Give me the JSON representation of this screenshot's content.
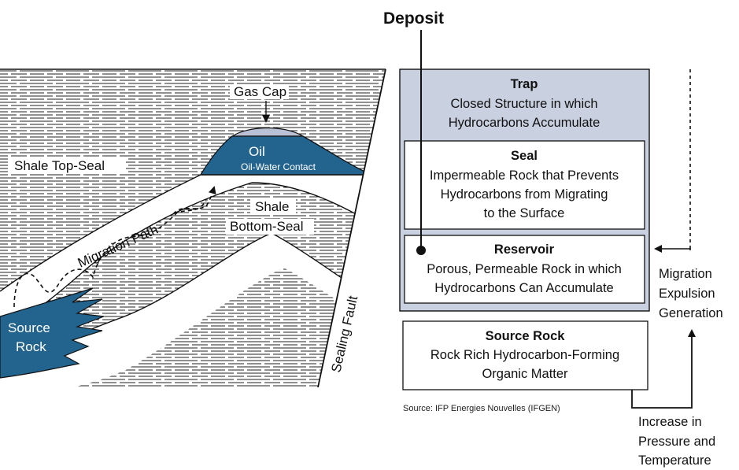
{
  "title": "Deposit",
  "cross_section": {
    "gas_cap": "Gas Cap",
    "oil": "Oil",
    "oil_water_contact": "Oil-Water Contact",
    "shale_top_seal": "Shale Top-Seal",
    "shale_bottom_line1": "Shale",
    "shale_bottom_line2": "Bottom-Seal",
    "migration_path": "Migration Path",
    "source_rock_line1": "Source",
    "source_rock_line2": "Rock",
    "sealing_fault": "Sealing Fault"
  },
  "boxes": {
    "trap": {
      "title": "Trap",
      "lines": [
        "Closed Structure in which",
        "Hydrocarbons Accumulate"
      ]
    },
    "seal": {
      "title": "Seal",
      "lines": [
        "Impermeable Rock that Prevents",
        "Hydrocarbons from Migrating",
        "to the Surface"
      ]
    },
    "reservoir": {
      "title": "Reservoir",
      "lines": [
        "Porous, Permeable Rock in which",
        "Hydrocarbons Can Accumulate"
      ]
    },
    "source_rock": {
      "title": "Source Rock",
      "lines": [
        "Rock Rich Hydrocarbon-Forming",
        "Organic Matter"
      ]
    }
  },
  "process": {
    "migration": "Migration",
    "expulsion": "Expulsion",
    "generation": "Generation",
    "increase_lines": [
      "Increase in",
      "Pressure and",
      "Temperature"
    ]
  },
  "source_note": "Source: IFP Energies Nouvelles (IFGEN)",
  "colors": {
    "oil_fill": "#23648f",
    "gas_fill": "#b9c2d4",
    "trap_fill": "#c9d0df",
    "line": "#111111"
  }
}
